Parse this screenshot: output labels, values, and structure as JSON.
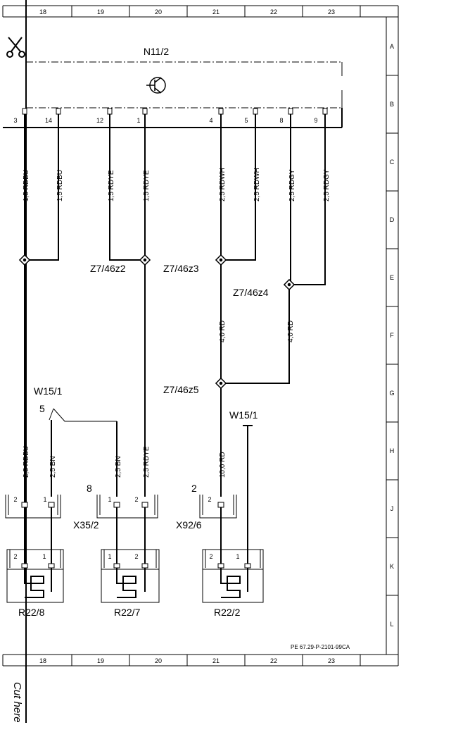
{
  "column_labels": [
    "18",
    "19",
    "20",
    "21",
    "22",
    "23"
  ],
  "row_labels": [
    "A",
    "B",
    "C",
    "D",
    "E",
    "F",
    "G",
    "H",
    "J",
    "K",
    "L"
  ],
  "module": {
    "name": "N11/2",
    "pins": [
      "3",
      "14",
      "12",
      "1",
      "4",
      "5",
      "8",
      "9"
    ]
  },
  "top_wires": [
    "1,5 RDBU",
    "1,5 RDBU",
    "1,5 RDYE",
    "1,5 RDYE",
    "2,5 RDWH",
    "2,5 RDWH",
    "2,5 RDGY",
    "2,5 RDGY"
  ],
  "splices": {
    "z2": "Z7/46z2",
    "z3": "Z7/46z3",
    "z4": "Z7/46z4",
    "z5": "Z7/46z5"
  },
  "mid_wires": [
    "4,0 RD",
    "4,0 RD"
  ],
  "w15_left": {
    "label": "W15/1",
    "pin": "5"
  },
  "w15_right": {
    "label": "W15/1"
  },
  "bottom_wires": [
    "2,5 RDBU",
    "2,5 BN",
    "2,5 BN",
    "2,5 RDYE",
    "10,0 RD"
  ],
  "connectors": {
    "x35": {
      "name": "X35/2",
      "pin_no": "8",
      "pins": [
        "1",
        "2"
      ]
    },
    "x92": {
      "name": "X92/6",
      "pin_no": "2",
      "pins": [
        "2"
      ]
    },
    "left": {
      "pins": [
        "2",
        "1"
      ]
    }
  },
  "resistors": [
    {
      "name": "R22/8",
      "pins": [
        "2",
        "1"
      ]
    },
    {
      "name": "R22/7",
      "pins": [
        "1",
        "2"
      ]
    },
    {
      "name": "R22/2",
      "pins": [
        "2",
        "1"
      ]
    }
  ],
  "doc_ref": "PE 67.29-P-2101-99CA",
  "cut_text": "Cut here"
}
